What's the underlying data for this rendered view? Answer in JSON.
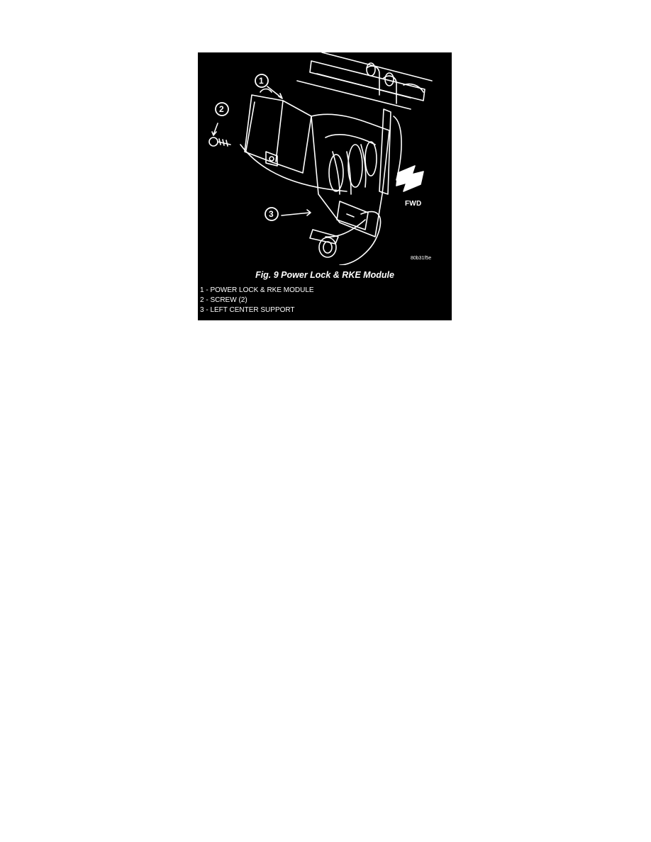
{
  "figure": {
    "callouts": [
      "1",
      "2",
      "3"
    ],
    "direction_label": "FWD",
    "reference_code": "80b31f5e",
    "title": "Fig. 9 Power Lock & RKE Module",
    "legend": [
      "1 - POWER LOCK & RKE MODULE",
      "2 - SCREW (2)",
      "3 - LEFT CENTER SUPPORT"
    ],
    "colors": {
      "background": "#000000",
      "linework": "#ffffff"
    }
  }
}
